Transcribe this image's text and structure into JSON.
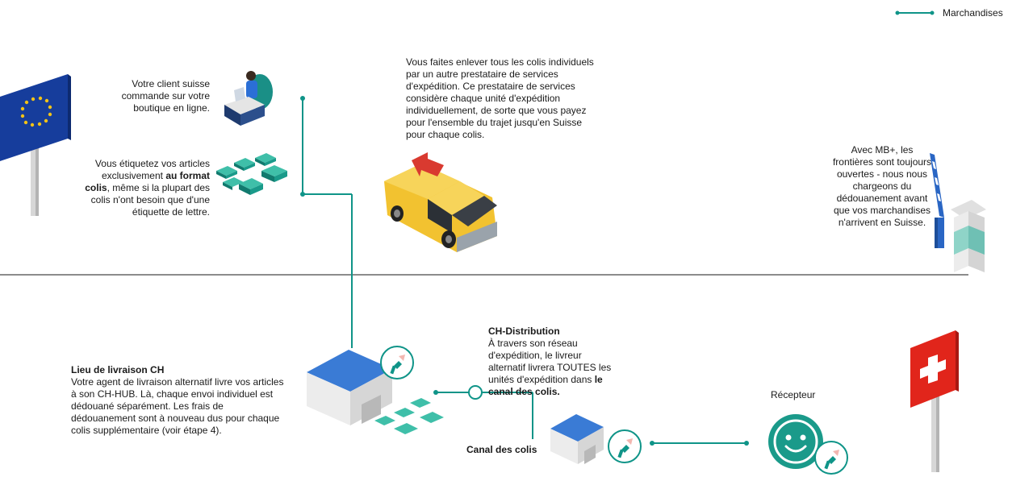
{
  "legend": {
    "label": "Marchandises"
  },
  "colors": {
    "teal": "#0f9488",
    "line": "#1a1a1a"
  },
  "steps": {
    "order": {
      "text": "Votre client suisse commande sur votre boutique en ligne."
    },
    "label": {
      "part1": "Vous étiquetez vos articles exclusivement ",
      "bold1": "au format colis",
      "part2": ", même si la plupart des colis n'ont besoin que d'une étiquette de lettre."
    },
    "pickup": {
      "text": "Vous faites enlever tous les colis individuels par un autre prestataire de services d'expédition. Ce prestataire de services considère chaque unité d'expédition individuellement, de sorte que vous payez pour l'ensemble du trajet jusqu'en Suisse pour chaque colis."
    },
    "border": {
      "text": "Avec MB+, les frontières sont toujours ouvertes - nous nous chargeons du dédouanement avant que vos marchandises n'arrivent en Suisse."
    },
    "delivery": {
      "title": "Lieu de livraison CH",
      "text": "Votre agent de livraison alternatif livre vos articles à son CH-HUB. Là, chaque envoi individuel est dédouané séparément. Les frais de dédouanement sont à nouveau dus pour chaque colis supplémentaire (voir étape 4)."
    },
    "distribution": {
      "title": "CH-Distribution",
      "part1": "À travers son réseau d'expédition, le livreur alternatif livrera TOUTES les unités d'expédition dans ",
      "bold1": "le canal des colis."
    },
    "canal": {
      "title": "Canal des colis"
    },
    "receiver": {
      "title": "Récepteur"
    }
  },
  "icons": [
    "eu-flag-icon",
    "customer-laptop-icon",
    "parcels-icon",
    "yellow-van-icon",
    "border-barrier-icon",
    "warehouse-icon",
    "scanner-icon",
    "swiss-flag-icon",
    "smiley-icon"
  ]
}
